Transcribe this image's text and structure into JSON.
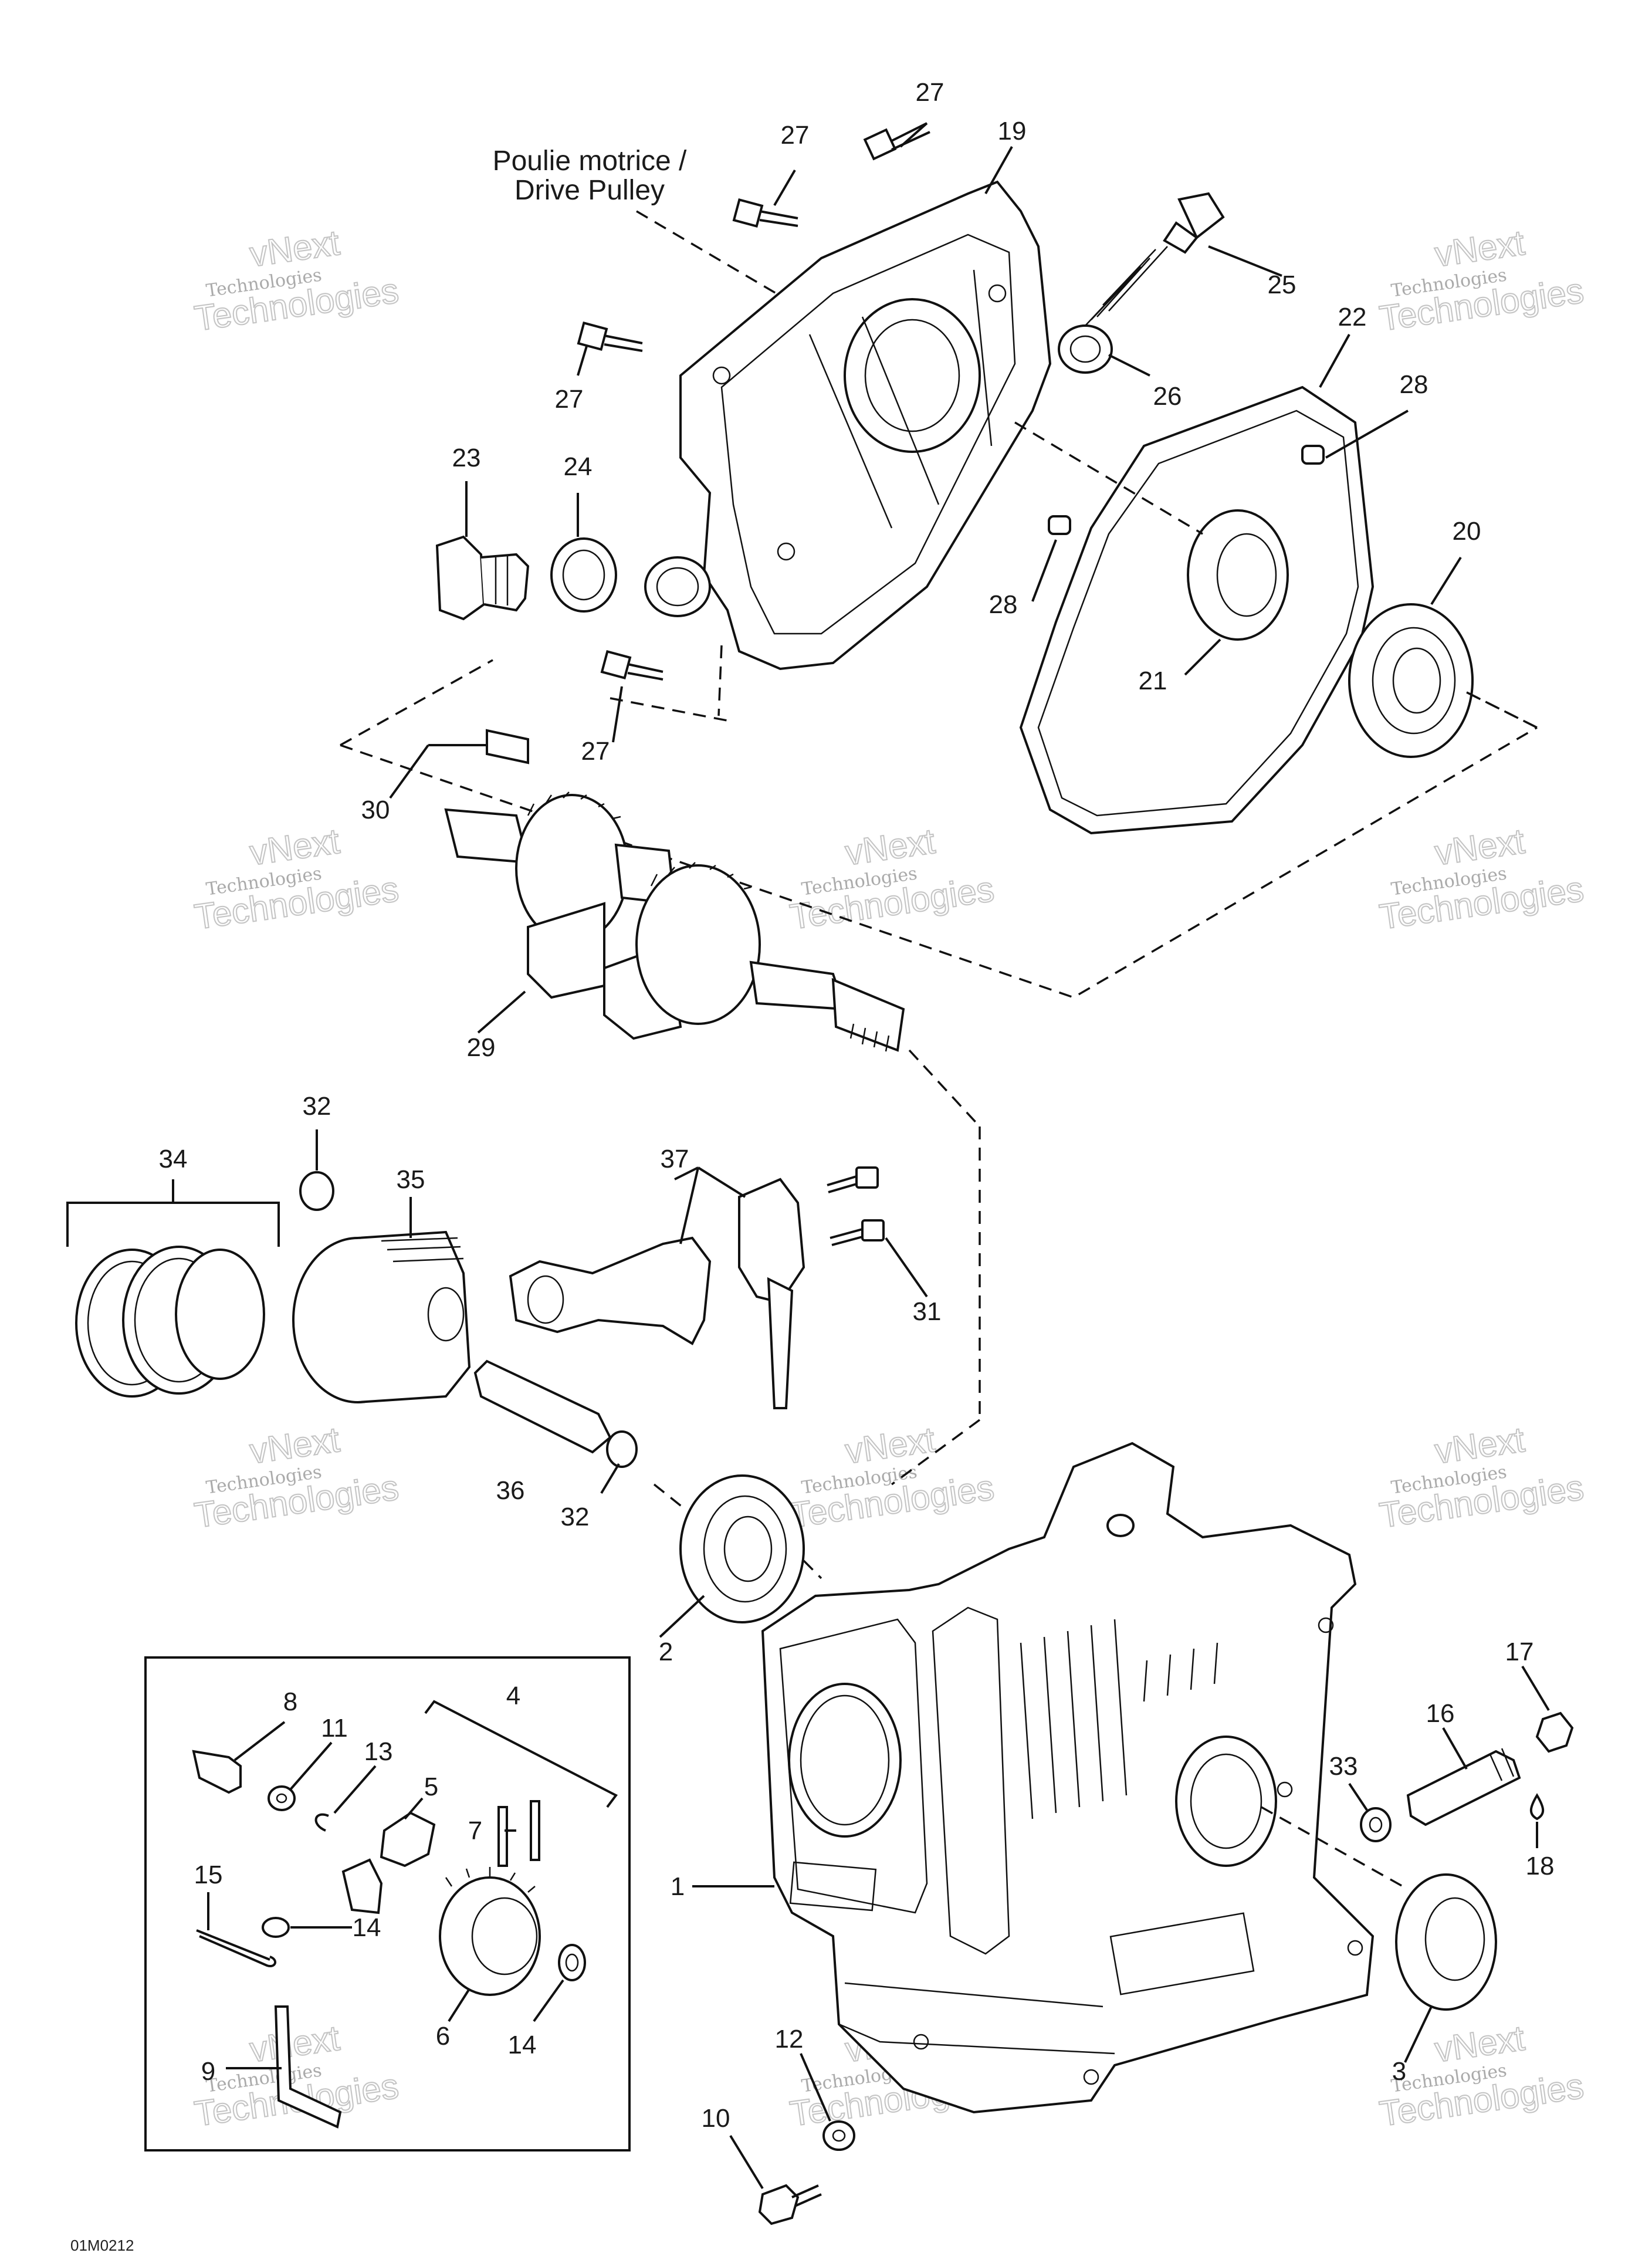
{
  "diagram": {
    "pulley_label_fr": "Poulie motrice /",
    "pulley_label_en": "Drive Pulley",
    "watermark_line1": "vNext",
    "watermark_line2": "Technologies",
    "watermark_line3": "Technologies",
    "drawing_code": "01M0212"
  },
  "callouts": [
    {
      "id": "c27a",
      "text": "27"
    },
    {
      "id": "c27b",
      "text": "27"
    },
    {
      "id": "c19",
      "text": "19"
    },
    {
      "id": "c25",
      "text": "25"
    },
    {
      "id": "c26",
      "text": "26"
    },
    {
      "id": "c22",
      "text": "22"
    },
    {
      "id": "c28a",
      "text": "28"
    },
    {
      "id": "c27c",
      "text": "27"
    },
    {
      "id": "c23",
      "text": "23"
    },
    {
      "id": "c24",
      "text": "24"
    },
    {
      "id": "c20",
      "text": "20"
    },
    {
      "id": "c28b",
      "text": "28"
    },
    {
      "id": "c21",
      "text": "21"
    },
    {
      "id": "c27d",
      "text": "27"
    },
    {
      "id": "c30",
      "text": "30"
    },
    {
      "id": "c29",
      "text": "29"
    },
    {
      "id": "c32a",
      "text": "32"
    },
    {
      "id": "c34",
      "text": "34"
    },
    {
      "id": "c35",
      "text": "35"
    },
    {
      "id": "c37",
      "text": "37"
    },
    {
      "id": "c31",
      "text": "31"
    },
    {
      "id": "c36",
      "text": "36"
    },
    {
      "id": "c32b",
      "text": "32"
    },
    {
      "id": "c2",
      "text": "2"
    },
    {
      "id": "c8",
      "text": "8"
    },
    {
      "id": "c11",
      "text": "11"
    },
    {
      "id": "c13",
      "text": "13"
    },
    {
      "id": "c4",
      "text": "4"
    },
    {
      "id": "c5",
      "text": "5"
    },
    {
      "id": "c7",
      "text": "7"
    },
    {
      "id": "c15",
      "text": "15"
    },
    {
      "id": "c14a",
      "text": "14"
    },
    {
      "id": "c6",
      "text": "6"
    },
    {
      "id": "c14b",
      "text": "14"
    },
    {
      "id": "c9",
      "text": "9"
    },
    {
      "id": "c1",
      "text": "1"
    },
    {
      "id": "c17",
      "text": "17"
    },
    {
      "id": "c16",
      "text": "16"
    },
    {
      "id": "c33",
      "text": "33"
    },
    {
      "id": "c18",
      "text": "18"
    },
    {
      "id": "c12",
      "text": "12"
    },
    {
      "id": "c10",
      "text": "10"
    },
    {
      "id": "c3",
      "text": "3"
    }
  ]
}
